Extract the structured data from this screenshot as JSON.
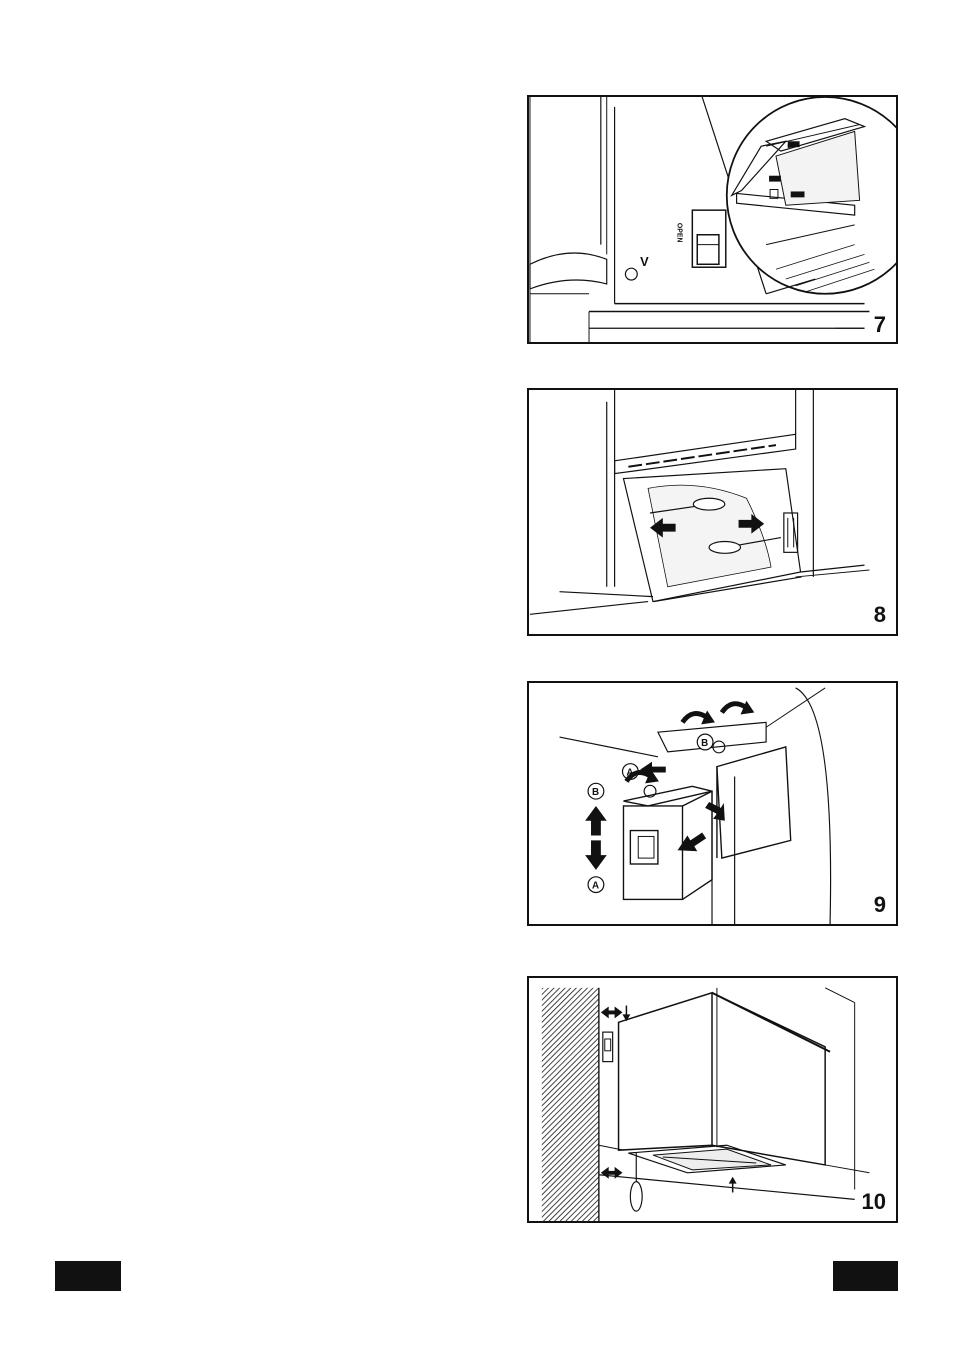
{
  "figures": [
    {
      "number": "7",
      "label_v": "V",
      "switch_text": "OPEN"
    },
    {
      "number": "8"
    },
    {
      "number": "9",
      "label_a": "A",
      "label_b": "B"
    },
    {
      "number": "10"
    }
  ],
  "icons": [
    "arrow-icon",
    "screwdriver-icon",
    "rotate-arrow-icon"
  ]
}
